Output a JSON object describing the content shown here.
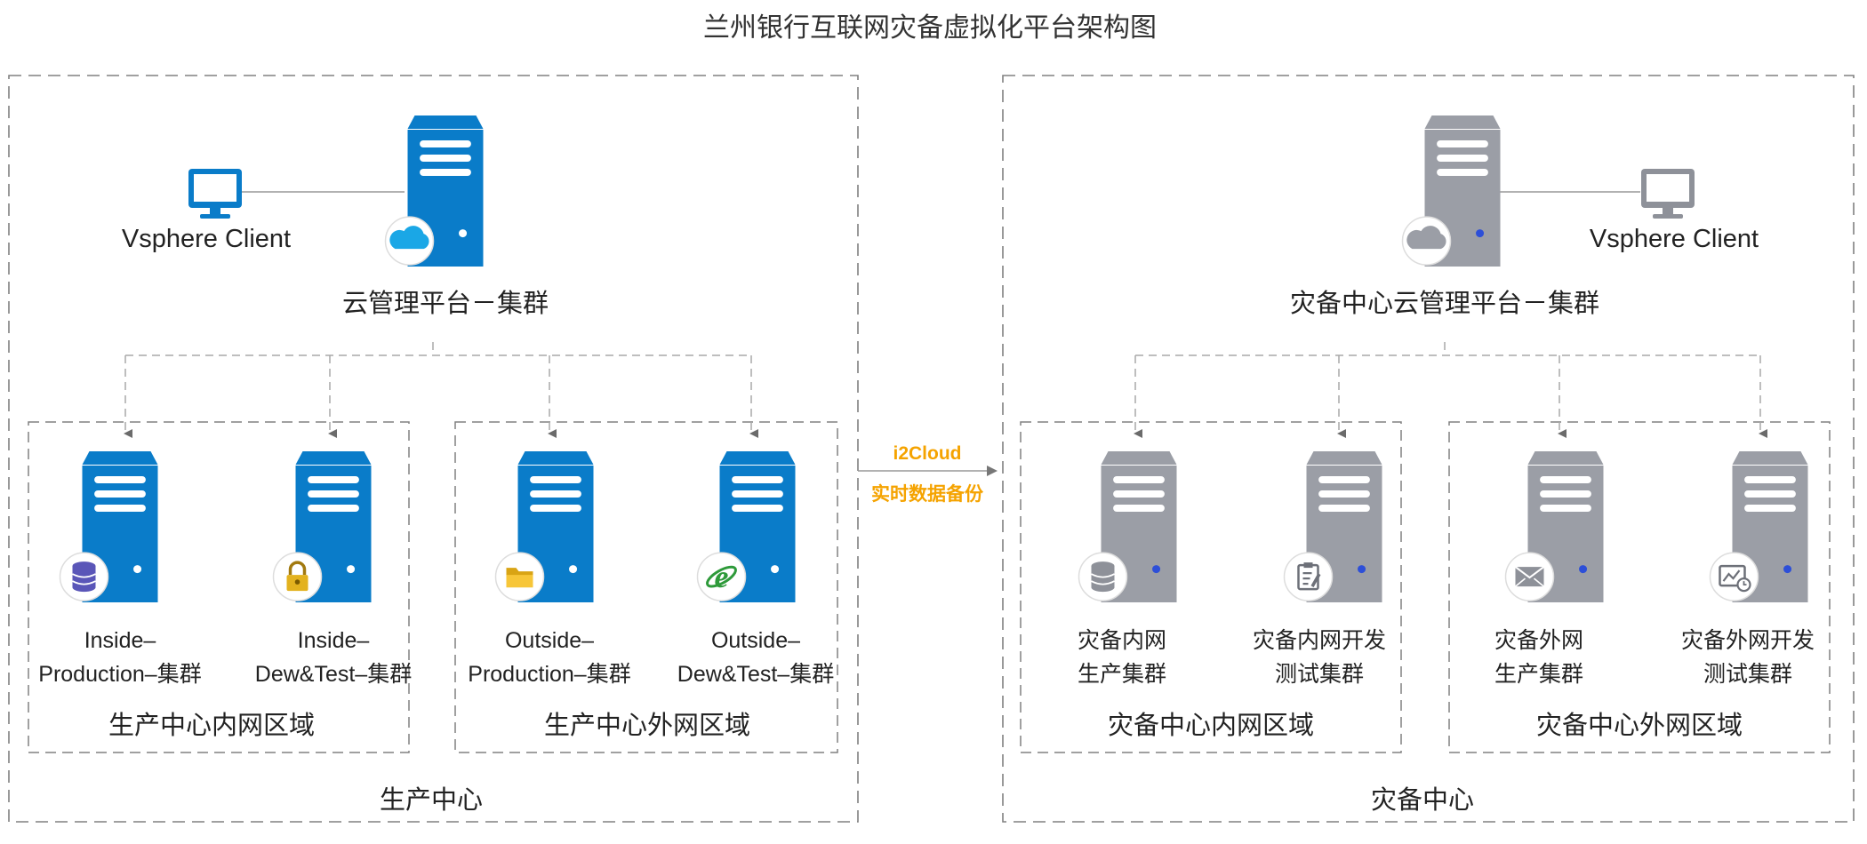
{
  "title": "兰州银行互联网灾备虚拟化平台架构图",
  "colors": {
    "primary_server": "#0a7cc9",
    "dr_server": "#9b9ea6",
    "link": "#f5a300",
    "border": "#808080"
  },
  "production": {
    "label": "生产中心",
    "client": {
      "label": "Vsphere Client",
      "icon": "monitor-icon"
    },
    "cloud": {
      "label": "云管理平台－集群",
      "icon": "cloud-icon"
    },
    "zones": [
      {
        "label": "生产中心内网区域",
        "servers": [
          {
            "line1": "Inside–",
            "line2": "Production–集群",
            "icon": "database-icon"
          },
          {
            "line1": "Inside–",
            "line2": "Dew&Test–集群",
            "icon": "lock-icon"
          }
        ]
      },
      {
        "label": "生产中心外网区域",
        "servers": [
          {
            "line1": "Outside–",
            "line2": "Production–集群",
            "icon": "folder-icon"
          },
          {
            "line1": "Outside–",
            "line2": "Dew&Test–集群",
            "icon": "ie-icon"
          }
        ]
      }
    ]
  },
  "link": {
    "line1": "i2Cloud",
    "line2": "实时数据备份"
  },
  "dr": {
    "label": "灾备中心",
    "client": {
      "label": "Vsphere Client",
      "icon": "monitor-icon"
    },
    "cloud": {
      "label": "灾备中心云管理平台－集群",
      "icon": "cloud-icon"
    },
    "zones": [
      {
        "label": "灾备中心内网区域",
        "servers": [
          {
            "line1": "灾备内网",
            "line2": "生产集群",
            "icon": "database-icon"
          },
          {
            "line1": "灾备内网开发",
            "line2": "测试集群",
            "icon": "clipboard-icon"
          }
        ]
      },
      {
        "label": "灾备中心外网区域",
        "servers": [
          {
            "line1": "灾备外网",
            "line2": "生产集群",
            "icon": "mail-icon"
          },
          {
            "line1": "灾备外网开发",
            "line2": "测试集群",
            "icon": "chart-icon"
          }
        ]
      }
    ]
  }
}
